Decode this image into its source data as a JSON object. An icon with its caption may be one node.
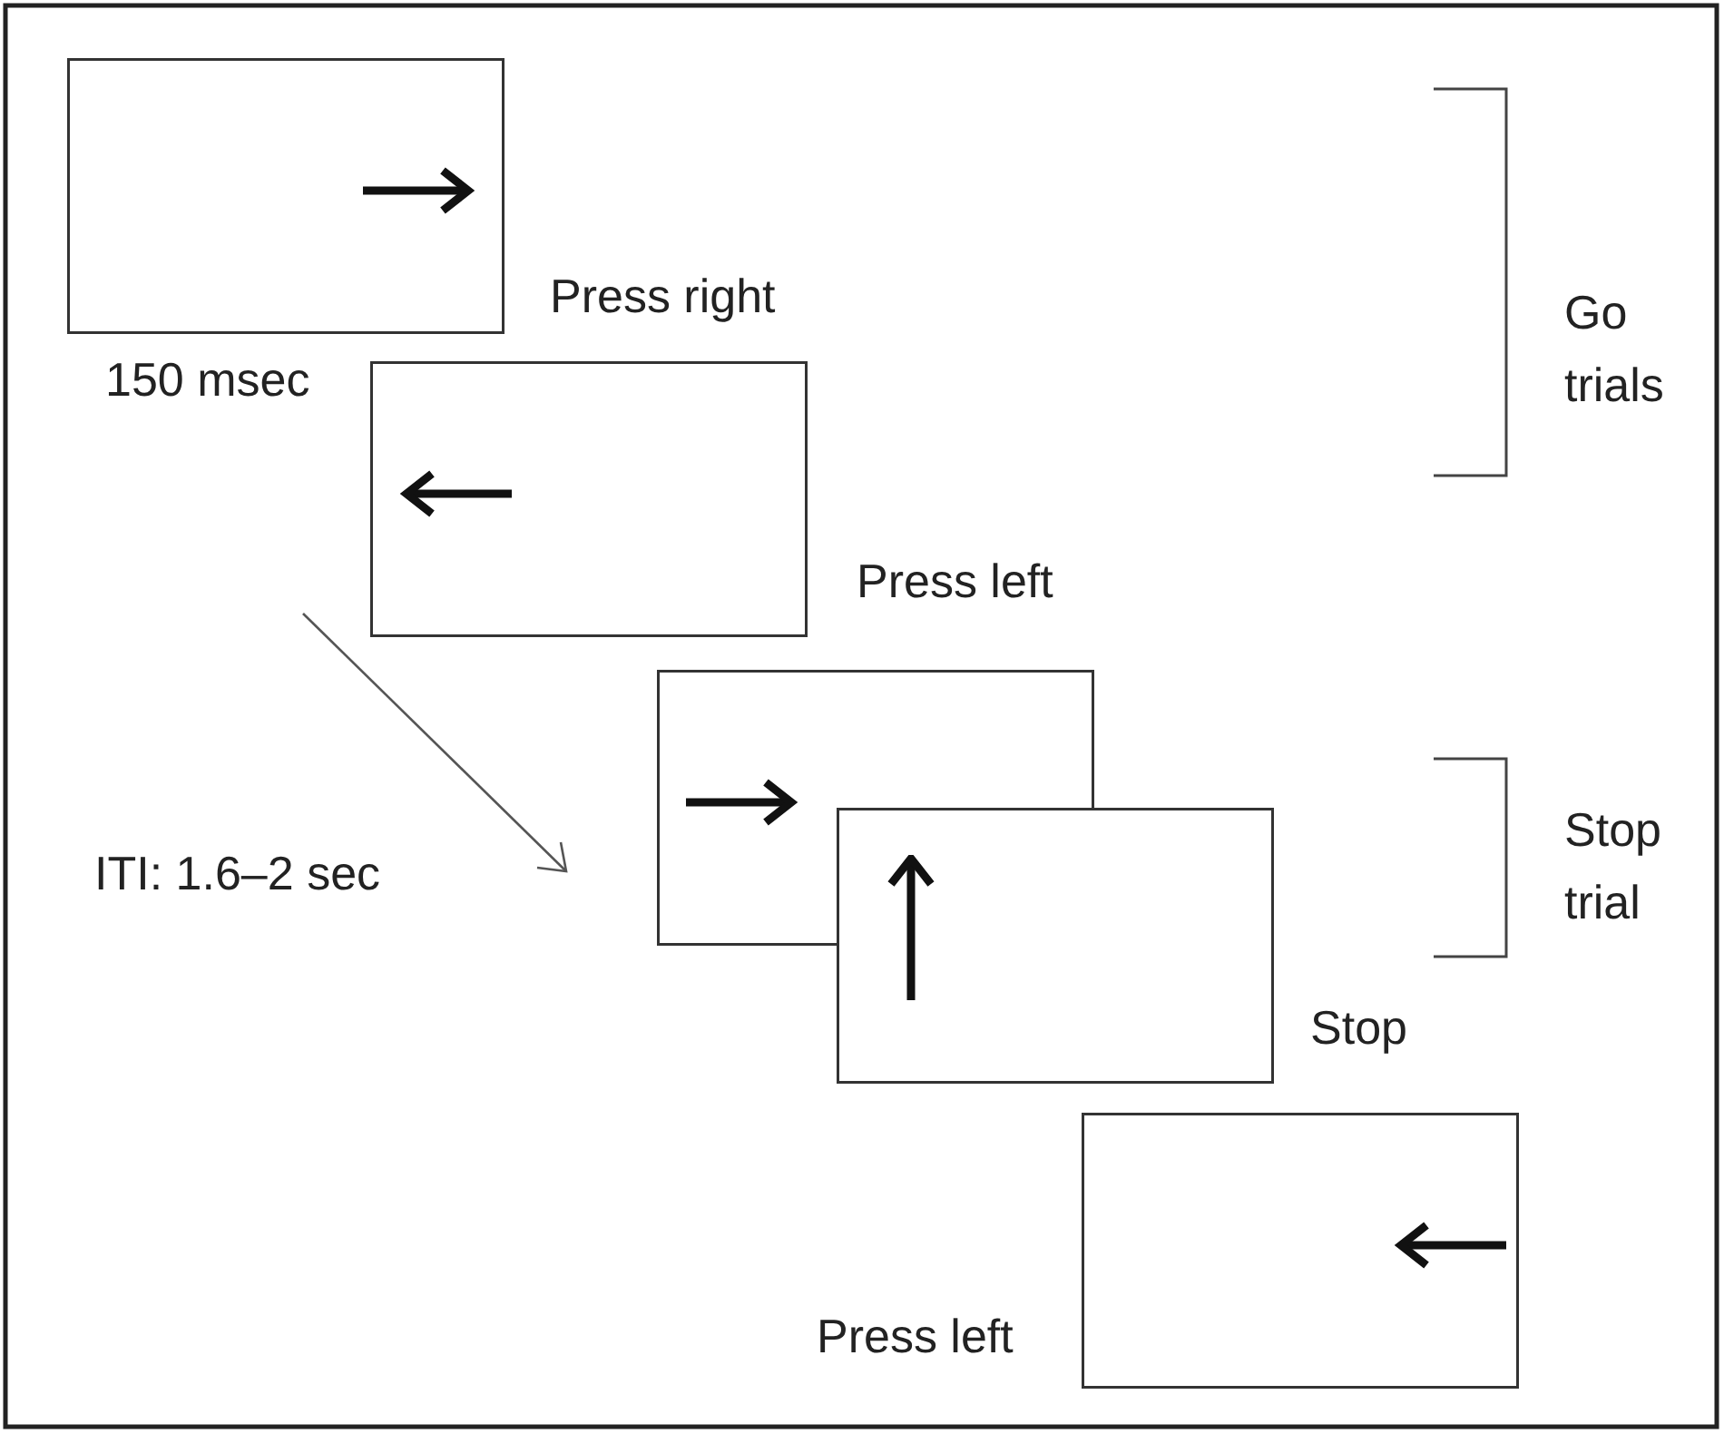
{
  "diagram": {
    "nodes": [
      {
        "text": [],
        "shape": "box",
        "beside": [
          "Press right",
          "150 msec"
        ]
      },
      {
        "text": [],
        "shape": "box",
        "beside": [
          "Press left"
        ]
      },
      {
        "text": [],
        "shape": "box"
      },
      {
        "text": [],
        "shape": "box",
        "beside": [
          "Stop"
        ]
      },
      {
        "text": [],
        "shape": "box",
        "beside": [
          "Press left"
        ]
      }
    ],
    "edges": [],
    "labels": [
      "Go trials",
      "ITI: 1.6–2 sec",
      "Stop trial"
    ]
  }
}
